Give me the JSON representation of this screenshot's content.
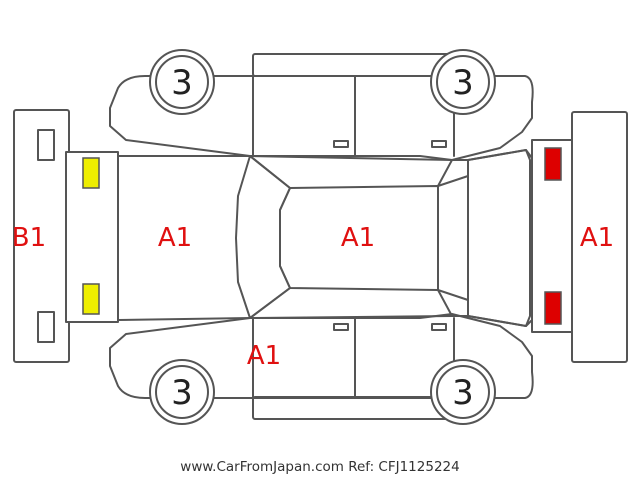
{
  "diagram": {
    "tires": {
      "front_left": "3",
      "rear_left": "3",
      "front_right": "3",
      "rear_right": "3"
    },
    "markings": {
      "rear_bumper": "B1",
      "trunk": "A1",
      "roof": "A1",
      "front_bumper": "A1",
      "right_side": "A1"
    },
    "marking_color": "#e01010",
    "rear_lamp_color": "#eeee00",
    "front_lamp_color": "#dd0000",
    "footer": "www.CarFromJapan.com Ref: CFJ1125224"
  }
}
